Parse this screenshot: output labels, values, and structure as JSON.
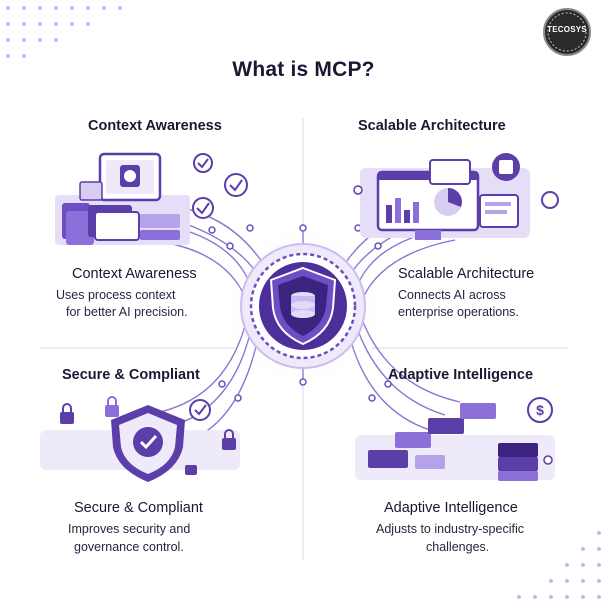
{
  "title": "What is MCP?",
  "logo_text": "TECOSYS",
  "colors": {
    "accent": "#5b3ea8",
    "light": "#d8ccf0",
    "pale": "#eee8f8",
    "text": "#1c1733"
  },
  "quadrants": [
    {
      "heading": "Context Awareness",
      "subheading": "Context Awareness",
      "description": [
        "Uses process context",
        "for better AI precision."
      ],
      "icon": "brain-chip-icon"
    },
    {
      "heading": "Scalable Architecture",
      "subheading": "Scalable Architecture",
      "description": [
        "Connects AI across",
        "enterprise operations."
      ],
      "icon": "dashboard-icon"
    },
    {
      "heading": "Secure & Compliant",
      "subheading": "Secure & Compliant",
      "description": [
        "Improves security and",
        "governance control."
      ],
      "icon": "shield-check-icon"
    },
    {
      "heading": "Adaptive Intelligence",
      "subheading": "Adaptive Intelligence",
      "description": [
        "Adjusts to industry-specific",
        "challenges."
      ],
      "icon": "dollar-blocks-icon"
    }
  ],
  "hub_icon": "database-shield-icon"
}
